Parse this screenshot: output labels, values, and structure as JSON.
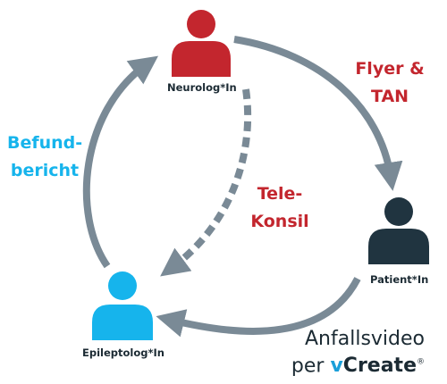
{
  "nodes": {
    "neurolog": {
      "label": "Neurolog*In",
      "color": "#c3262e"
    },
    "patient": {
      "label": "Patient*In",
      "color": "#203440"
    },
    "epileptolog": {
      "label": "Epileptolog*In",
      "color": "#16b4ec"
    }
  },
  "edges": {
    "flyer": {
      "line1": "Flyer &",
      "line2": "TAN",
      "color": "#c3262e"
    },
    "befund": {
      "line1": "Befund-",
      "line2": "bericht",
      "color": "#16b4ec"
    },
    "telekonsil": {
      "line1": "Tele-",
      "line2": "Konsil",
      "color": "#c3262e"
    },
    "anfallsvideo": {
      "line1": "Anfallsvideo",
      "per": "per",
      "brand_v": "v",
      "brand_rest": "Create",
      "reg": "®"
    }
  },
  "arrow_color": "#7a8a96"
}
